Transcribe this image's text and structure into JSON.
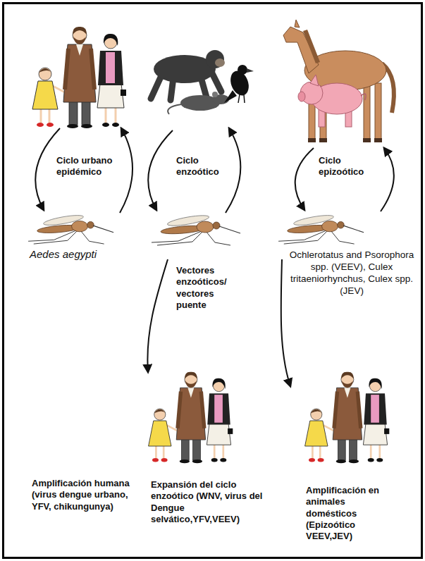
{
  "diagram": {
    "labels": [
      "Ciclo urbano epidémico",
      "Ciclo enzoótico",
      "Ciclo epizoótico",
      "Aedes aegypti",
      "Vectores enzoóticos/ vectores puente",
      "Ochlerotatus and Psorophora spp. (VEEV), Culex tritaeniorhynchus, Culex spp. (JEV)",
      "Amplificación humana (virus dengue urbano, YFV, chikungunya)",
      "Expansión del ciclo enzoótico (WNV, virus del Dengue selvático,YFV,VEEV)",
      "Amplificación en animales domésticos (Epizoótico VEEV,JEV)"
    ]
  }
}
